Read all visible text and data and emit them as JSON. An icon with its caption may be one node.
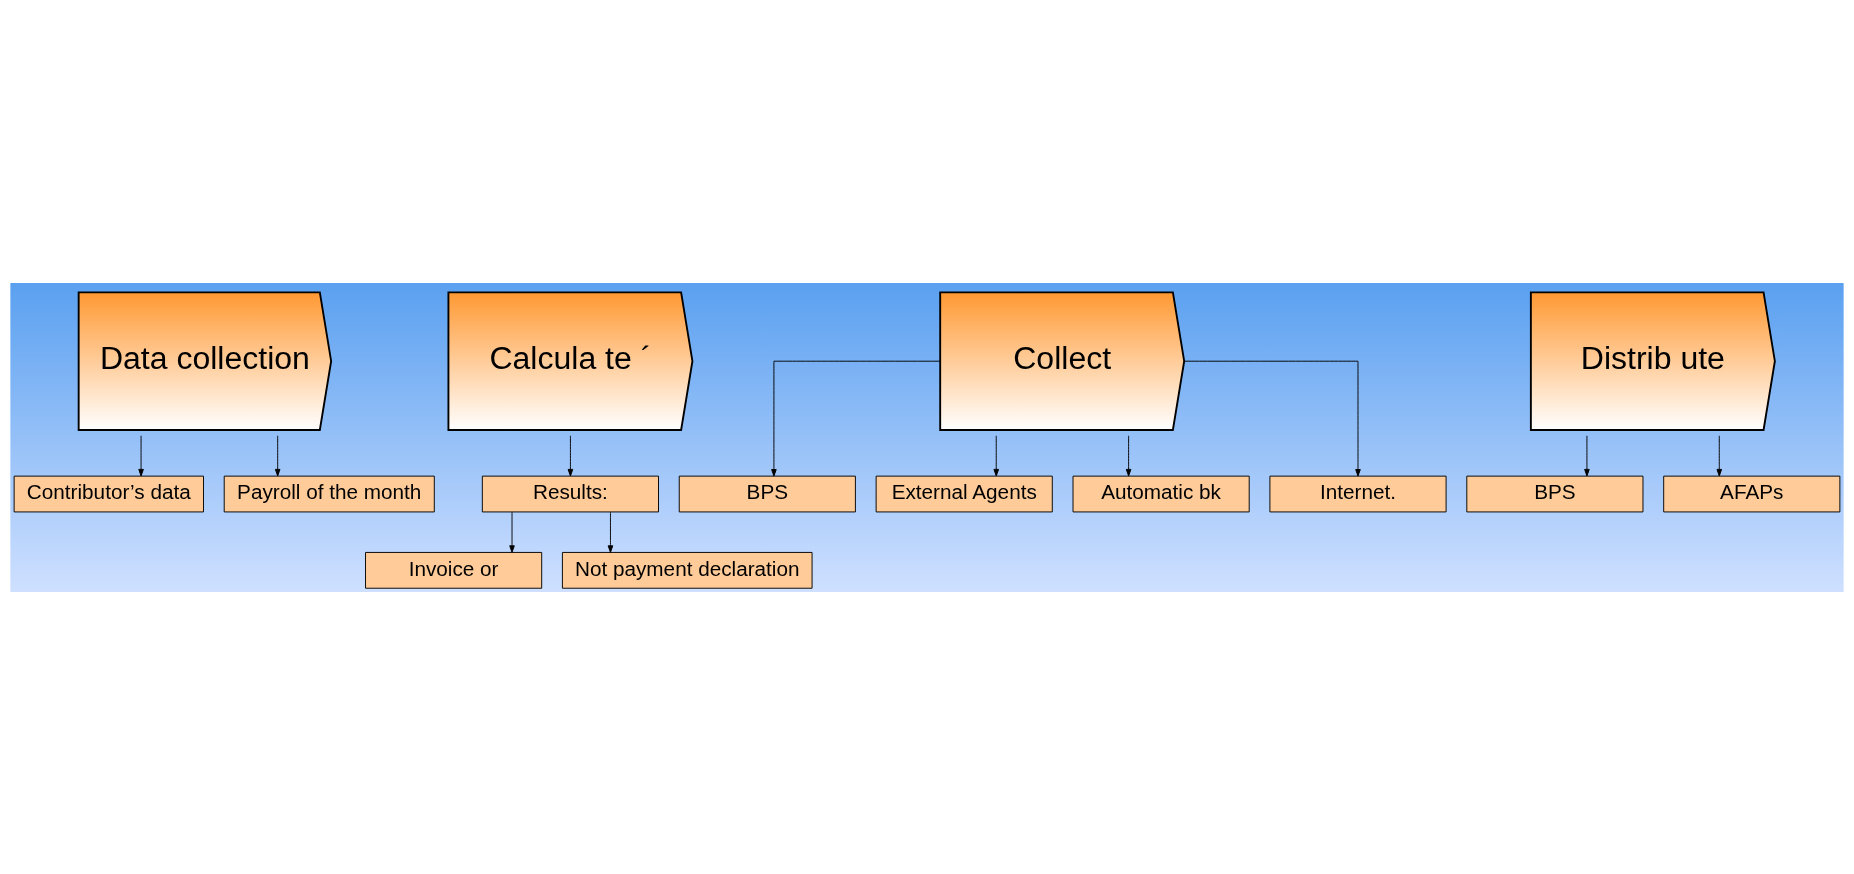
{
  "diagram": {
    "nodes": [
      {
        "text": [
          "Data collection"
        ]
      },
      {
        "text": [
          "Calcula te ´"
        ]
      },
      {
        "text": [
          "Collect"
        ]
      },
      {
        "text": [
          "Distrib ute"
        ]
      },
      {
        "text": [
          "Contributor’s data"
        ]
      },
      {
        "text": [
          "Payroll of the month"
        ]
      },
      {
        "text": [
          "Results:"
        ]
      },
      {
        "text": [
          "Invoice or"
        ]
      },
      {
        "text": [
          "Not payment declaration"
        ]
      },
      {
        "text": [
          "BPS"
        ]
      },
      {
        "text": [
          "External Agents"
        ]
      },
      {
        "text": [
          "Automatic bk"
        ]
      },
      {
        "text": [
          "Internet."
        ]
      },
      {
        "text": [
          "BPS"
        ]
      },
      {
        "text": [
          "AFAPs"
        ]
      }
    ],
    "edges": [
      {
        "from": 0,
        "to": 4,
        "arrow": "to"
      },
      {
        "from": 0,
        "to": 5,
        "arrow": "to"
      },
      {
        "from": 1,
        "to": 6,
        "arrow": "to"
      },
      {
        "from": 6,
        "to": 7,
        "arrow": "to"
      },
      {
        "from": 6,
        "to": 8,
        "arrow": "to"
      },
      {
        "from": 2,
        "to": 9,
        "arrow": "to"
      },
      {
        "from": 2,
        "to": 10,
        "arrow": "to"
      },
      {
        "from": 2,
        "to": 11,
        "arrow": "to"
      },
      {
        "from": 2,
        "to": 12,
        "arrow": "to"
      },
      {
        "from": 3,
        "to": 13,
        "arrow": "to"
      },
      {
        "from": 3,
        "to": 14,
        "arrow": "to"
      }
    ]
  }
}
